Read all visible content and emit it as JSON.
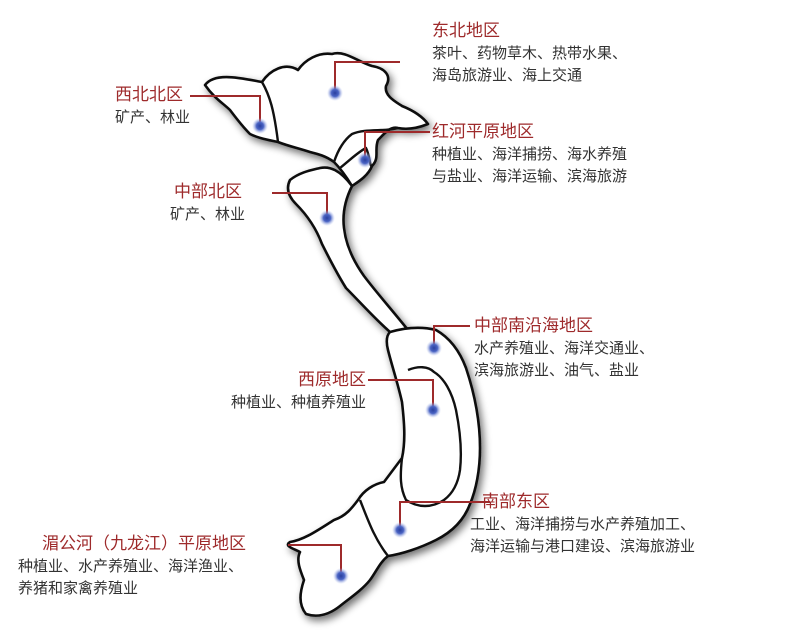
{
  "colors": {
    "title": "#9e2a2b",
    "desc": "#333333",
    "leader": "#9e2a2b",
    "outline": "#111111",
    "marker": "#3a55b8"
  },
  "regions": [
    {
      "id": "northeast",
      "name": "东北地区",
      "lines": [
        "茶叶、药物草木、热带水果、",
        "海岛旅游业、海上交通"
      ]
    },
    {
      "id": "northwest",
      "name": "西北北区",
      "lines": [
        "矿产、林业"
      ]
    },
    {
      "id": "red-river",
      "name": "红河平原地区",
      "lines": [
        "种植业、海洋捕捞、海水养殖",
        "与盐业、海洋运输、滨海旅游"
      ]
    },
    {
      "id": "north-central",
      "name": "中部北区",
      "lines": [
        "矿产、林业"
      ]
    },
    {
      "id": "south-central-coast",
      "name": "中部南沿海地区",
      "lines": [
        "水产养殖业、海洋交通业、",
        "滨海旅游业、油气、盐业"
      ]
    },
    {
      "id": "central-highlands",
      "name": "西原地区",
      "lines": [
        "种植业、种植养殖业"
      ]
    },
    {
      "id": "southeast",
      "name": "南部东区",
      "lines": [
        "工业、海洋捕捞与水产养殖加工、",
        "海洋运输与港口建设、滨海旅游业"
      ]
    },
    {
      "id": "mekong-delta",
      "name": "湄公河（九龙江）平原地区",
      "lines": [
        "种植业、水产养殖业、海洋渔业、",
        "养猪和家禽养殖业"
      ]
    }
  ]
}
